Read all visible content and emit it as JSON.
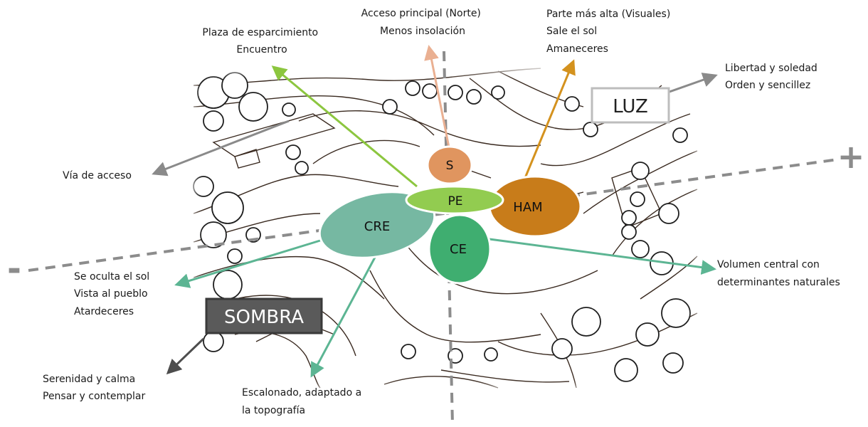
{
  "zones": {
    "s": "S",
    "pe": "PE",
    "ham": "HAM",
    "cre": "CRE",
    "ce": "CE"
  },
  "boxes": {
    "luz": "LUZ",
    "sombra": "SOMBRA"
  },
  "axis_signs": {
    "plus": "+",
    "minus": "-"
  },
  "annotations": {
    "acceso_principal": [
      "Acceso principal (Norte)",
      "Menos insolación"
    ],
    "plaza": [
      "Plaza de esparcimiento",
      "Encuentro"
    ],
    "parte_alta": [
      "Parte más alta (Visuales)",
      "Sale el sol",
      "Amaneceres"
    ],
    "libertad": [
      "Libertad y soledad",
      "Orden y sencillez"
    ],
    "via_acceso": [
      "Vía de acceso"
    ],
    "se_oculta": [
      "Se oculta el sol",
      "Vista al pueblo",
      "Atardeceres"
    ],
    "serenidad": [
      "Serenidad y calma",
      "Pensar y contemplar"
    ],
    "escalonado": [
      "Escalonado, adaptado a",
      "la topografía"
    ],
    "volumen": [
      "Volumen central con",
      "determinantes naturales"
    ]
  },
  "colors": {
    "s": "#e0955f",
    "pe": "#92cc50",
    "ham": "#c87c1a",
    "cre": "#76b8a2",
    "ce": "#3fae70",
    "arrow_gray": "#8a8a8a",
    "arrow_green": "#8cc63f",
    "arrow_peach": "#eab092",
    "arrow_orange": "#d4921e",
    "arrow_teal": "#5cb593",
    "arrow_dark": "#4d4d4d",
    "contour": "#3a2a20",
    "dashed": "#8c8c8c"
  }
}
